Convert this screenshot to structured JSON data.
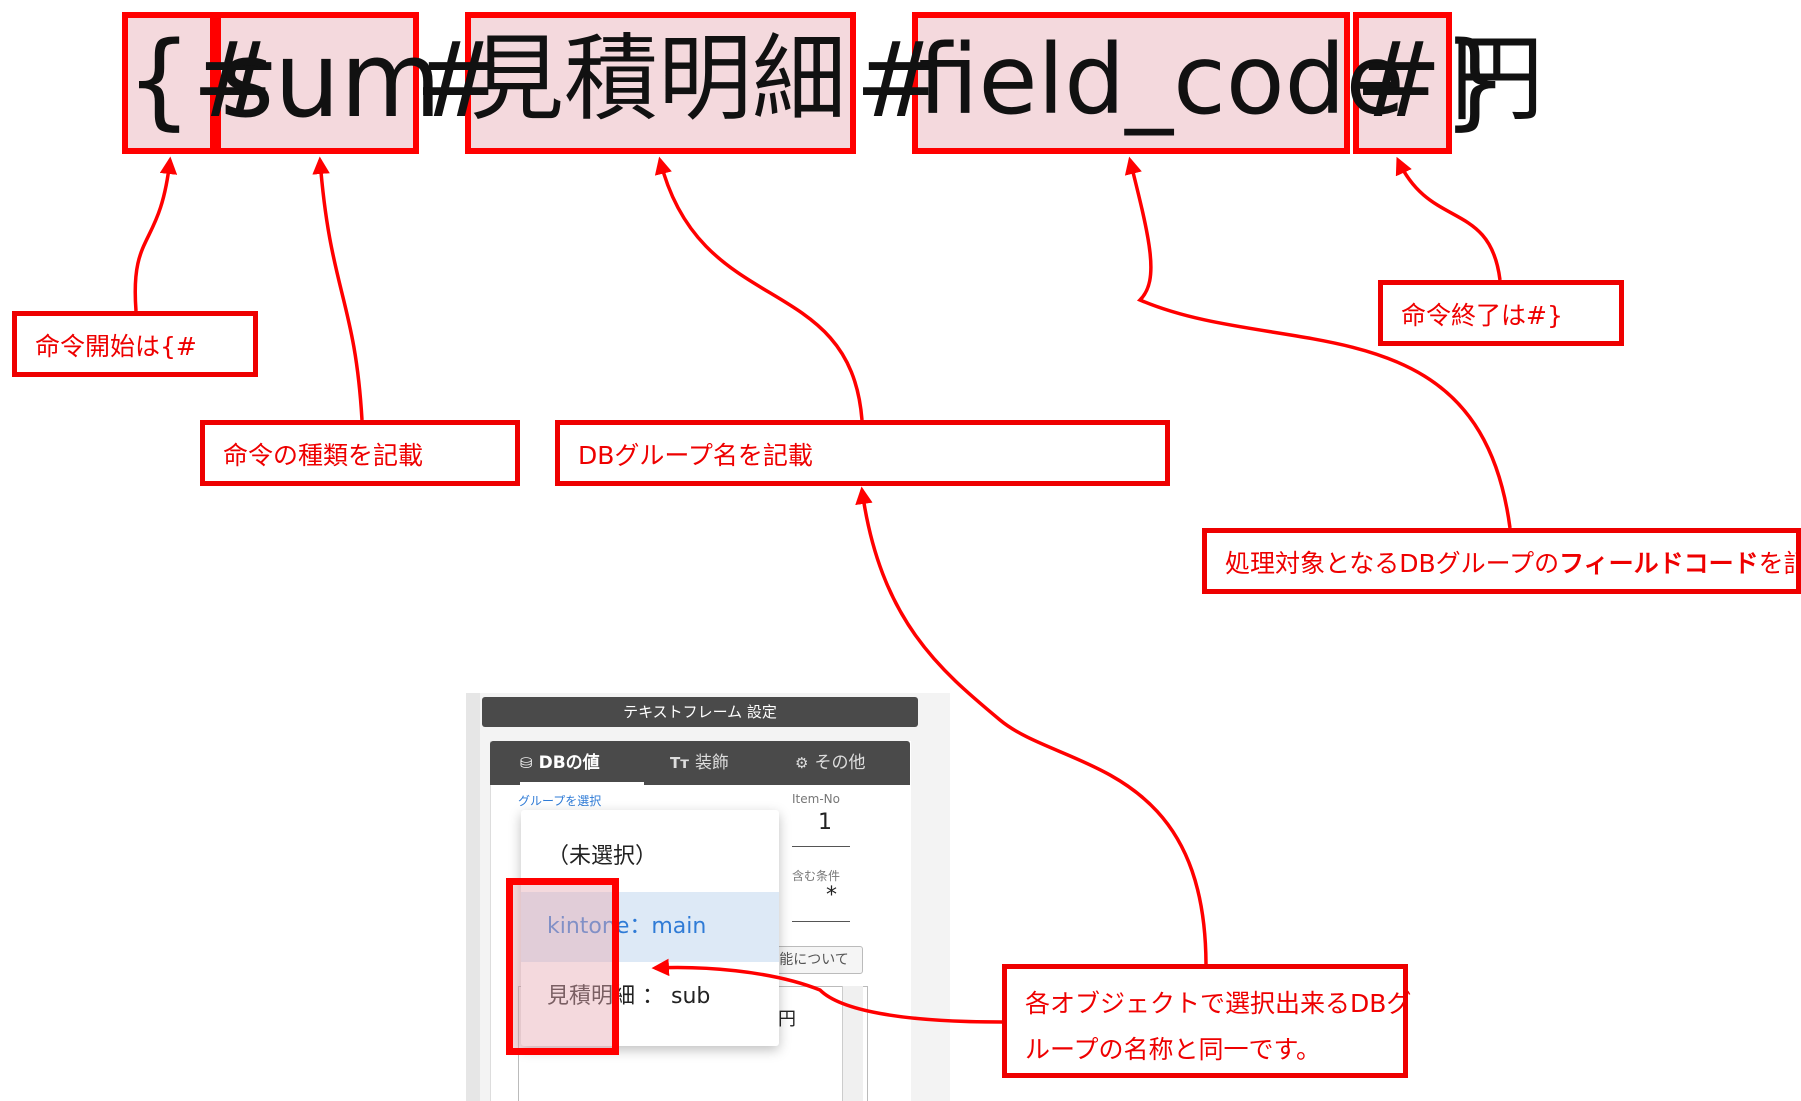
{
  "formula": {
    "open": "{#",
    "command": "sum",
    "sep1": "#",
    "group": "見積明細",
    "sep2": "#",
    "field": "field_code",
    "close": "#}",
    "suffix": "円"
  },
  "notes": {
    "start": "命令開始は{#",
    "command_kind": "命令の種類を記載",
    "group_name": "DBグループ名を記載",
    "end": "命令終了は#}",
    "field_pre": "処理対象となるDBグループの",
    "field_bold": "フィールドコード",
    "field_post": "を記載",
    "same_line1": "各オブジェクトで選択出来るDBグ",
    "same_line2": "ループの名称と同一です。"
  },
  "screenshot": {
    "title": "テキストフレーム 設定",
    "tabs": [
      {
        "icon": "database-icon",
        "label": "DBの値"
      },
      {
        "icon": "text-format-icon",
        "label": "装飾"
      },
      {
        "icon": "sliders-icon",
        "label": "その他"
      }
    ],
    "group_label": "グループを選択",
    "item_no_label": "Item-No",
    "item_no_value": "1",
    "condition_label": "含む条件",
    "condition_value": "*",
    "about_button": "能について",
    "yen_fragment": "円",
    "dropdown": {
      "options": [
        "（未選択）",
        "kintone：main",
        "見積明細 ： sub"
      ],
      "selected_index": 1
    }
  },
  "colors": {
    "accent": "#ff0000",
    "highlight": "#f3d6da",
    "dark_header": "#4a4a4a",
    "link_blue": "#2f7bd6"
  }
}
